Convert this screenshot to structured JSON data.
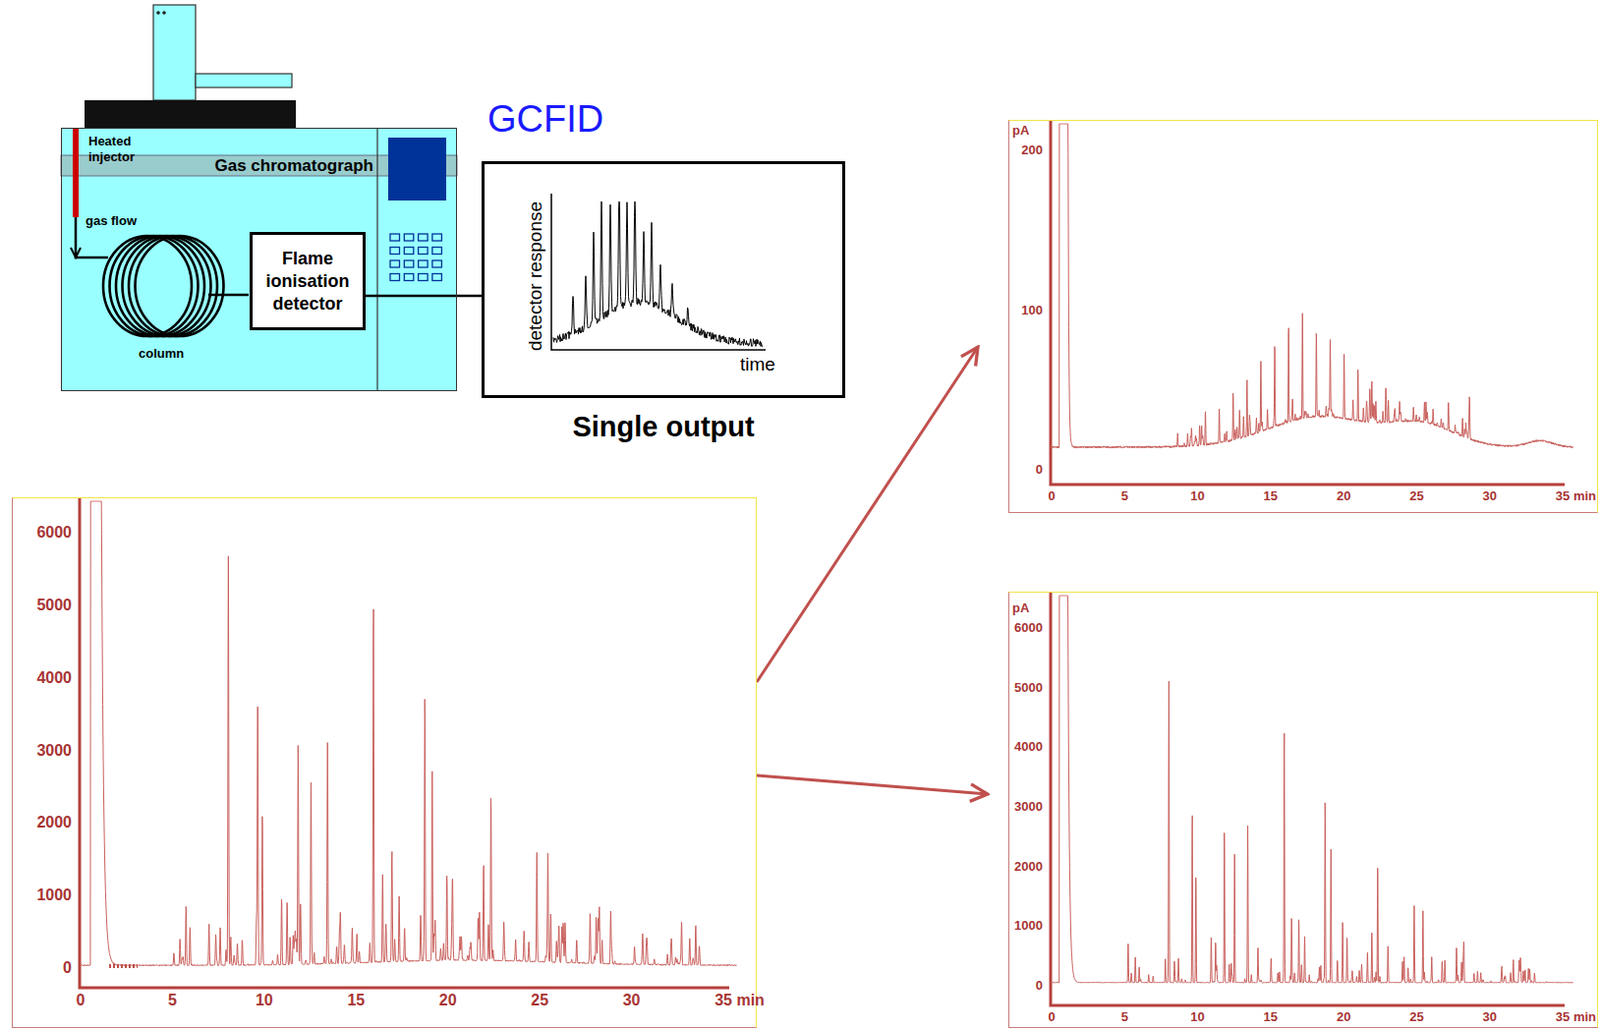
{
  "diagram": {
    "nodes": [
      {
        "text": [
          "Gas chromatograph"
        ]
      },
      {
        "text": [
          "Flame ionisation detector"
        ],
        "in": 0
      },
      {
        "text": [
          "detector response",
          "time",
          "Single output"
        ]
      },
      {
        "text": [
          "6000",
          "5000",
          "4000",
          "3000",
          "2000",
          "1000",
          "0",
          "0",
          "5",
          "10",
          "15",
          "20",
          "25",
          "30",
          "35 min"
        ]
      },
      {
        "text": [
          "pA",
          "200",
          "100",
          "0",
          "0",
          "5",
          "10",
          "15",
          "20",
          "25",
          "30",
          "35 min"
        ]
      },
      {
        "text": [
          "pA",
          "6000",
          "5000",
          "4000",
          "3000",
          "2000",
          "1000",
          "0",
          "0",
          "5",
          "10",
          "15",
          "20",
          "25",
          "30",
          "35 min"
        ]
      }
    ],
    "edges": [
      {
        "from": 1,
        "to": 2,
        "arrow": "none"
      },
      {
        "from": 3,
        "to": 4,
        "arrow": "to"
      },
      {
        "from": 3,
        "to": 5,
        "arrow": "to"
      }
    ],
    "labels": [
      "GCFID",
      "Heated injector",
      "gas flow",
      "column"
    ]
  }
}
